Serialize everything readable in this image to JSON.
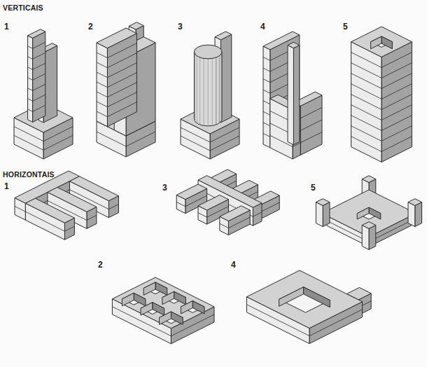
{
  "diagram": {
    "labels": [
      "VERTICAIS",
      "1",
      "2",
      "3",
      "4",
      "5",
      "HORIZONTAIS",
      "1",
      "3",
      "5",
      "2",
      "4"
    ]
  }
}
